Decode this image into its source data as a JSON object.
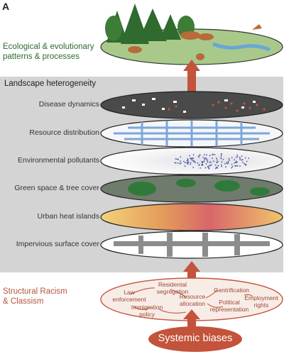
{
  "panel_letter": "A",
  "ecological_label": "Ecological & evolutionary patterns & processes",
  "landscape_title": "Landscape heterogeneity",
  "layers": [
    {
      "label": "Disease dynamics"
    },
    {
      "label": "Resource distribution"
    },
    {
      "label": "Environmental pollutants"
    },
    {
      "label": "Green space & tree cover"
    },
    {
      "label": "Urban heat islands"
    },
    {
      "label": "Impervious surface cover"
    }
  ],
  "structural_label": "Structural Racism & Classism",
  "drivers": {
    "law_enforcement": "Law enforcement",
    "residential_segregation": "Residental segregation",
    "immigration_policy": "Immigration policy",
    "resource_allocation": "Resource allocation",
    "gentrification": "Gentrification",
    "political_representation": "Political representation",
    "employment_rights": "Employment rights"
  },
  "systemic_biases": "Systemic biases",
  "colors": {
    "arrow": "#c4533b",
    "eco_text": "#2e6b2e",
    "structural_text": "#b5543a",
    "landscape_box": "#d4d4d4"
  }
}
